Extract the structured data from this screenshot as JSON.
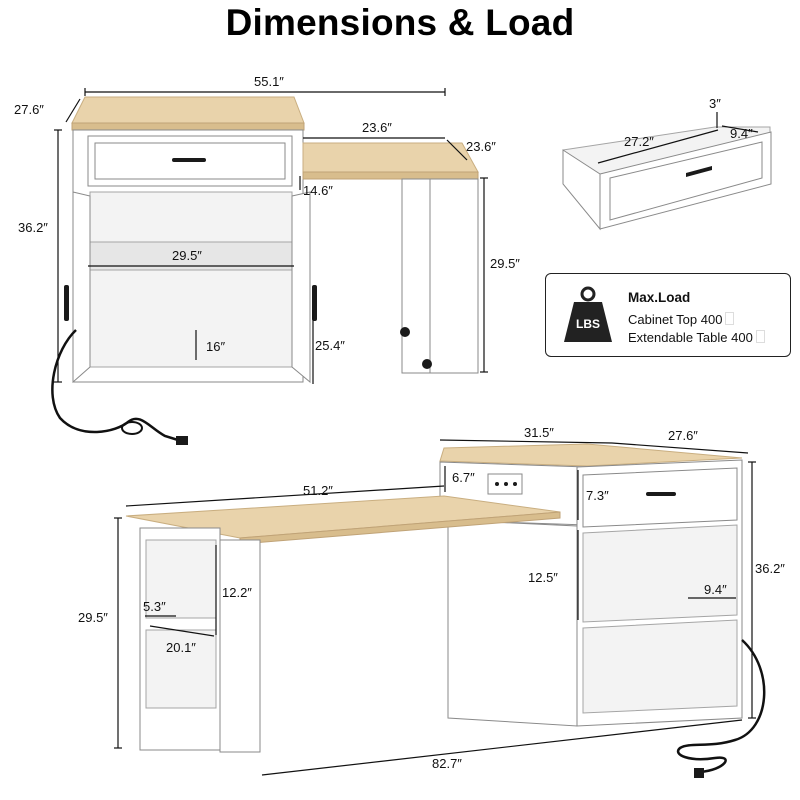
{
  "title": "Dimensions & Load",
  "cabinet_dims": {
    "total_width": "55.1″",
    "depth": "27.6″",
    "height": "36.2″",
    "shelf_width": "29.5″",
    "shelf_gap": "16″",
    "inner_height": "25.4″",
    "top_overhang": "14.6″",
    "table_width": "23.6″",
    "table_depth": "23.6″",
    "table_height": "29.5″"
  },
  "drawer_dims": {
    "height": "3″",
    "width": "27.2″",
    "depth": "9.4″"
  },
  "load": {
    "icon_label": "LBS",
    "title": "Max.Load",
    "line1": "Cabinet Top 400",
    "line2": "Extendable Table 400"
  },
  "extended_dims": {
    "cabinet_width": "31.5″",
    "cabinet_depth": "27.6″",
    "table_length": "51.2″",
    "outlet_height": "6.7″",
    "drawer_height": "7.3″",
    "shelf_height": "12.5″",
    "shelf_depth": "9.4″",
    "cabinet_height": "36.2″",
    "table_height": "29.5″",
    "leg_shelf_height": "12.2″",
    "leg_shelf_gap": "5.3″",
    "leg_depth": "20.1″",
    "total_length": "82.7″"
  }
}
